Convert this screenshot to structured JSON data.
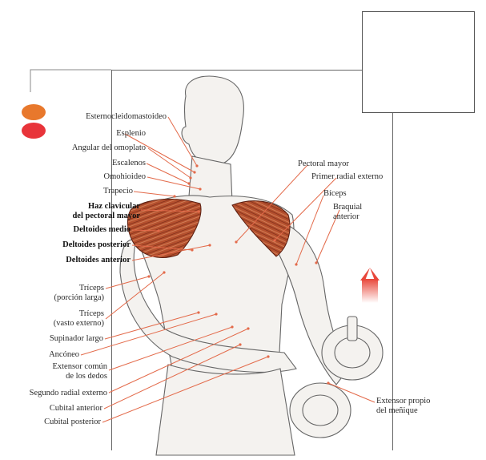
{
  "colors": {
    "legend_primary": "#e8782c",
    "legend_secondary": "#e8343a",
    "muscle_highlight": "#b5502e",
    "leader_line": "#e36a4a",
    "arrow": "#e8463a"
  },
  "legend": [
    {
      "name": "legend-orange-dot",
      "color": "#e8782c"
    },
    {
      "name": "legend-red-dot",
      "color": "#e8343a"
    }
  ],
  "labels_left": [
    {
      "id": "esternocleidomastoideo",
      "text": "Esternocleidomastoideo",
      "bold": false
    },
    {
      "id": "esplenio",
      "text": "Esplenio",
      "bold": false
    },
    {
      "id": "angular",
      "text": "Angular del omoplato",
      "bold": false
    },
    {
      "id": "escalenos",
      "text": "Escalenos",
      "bold": false
    },
    {
      "id": "omohioideo",
      "text": "Omohioideo",
      "bold": false
    },
    {
      "id": "trapecio",
      "text": "Trapecio",
      "bold": false
    },
    {
      "id": "haz-clavicular",
      "text": "Haz clavicular",
      "text2": "del pectoral mayor",
      "bold": true
    },
    {
      "id": "deltoides-medio",
      "text": "Deltoides medio",
      "bold": true
    },
    {
      "id": "deltoides-posterior",
      "text": "Deltoides posterior",
      "bold": true
    },
    {
      "id": "deltoides-anterior",
      "text": "Deltoides anterior",
      "bold": true
    },
    {
      "id": "triceps-larga",
      "text": "Tríceps",
      "text2": "(porción larga)",
      "bold": false
    },
    {
      "id": "triceps-vasto",
      "text": "Tríceps",
      "text2": "(vasto externo)",
      "bold": false
    },
    {
      "id": "supinador",
      "text": "Supinador largo",
      "bold": false
    },
    {
      "id": "anconeo",
      "text": "Ancóneo",
      "bold": false
    },
    {
      "id": "extensor-comun",
      "text": "Extensor común",
      "text2": "de los dedos",
      "bold": false
    },
    {
      "id": "segundo-radial",
      "text": "Segundo radial externo",
      "bold": false
    },
    {
      "id": "cubital-anterior",
      "text": "Cubital anterior",
      "bold": false
    },
    {
      "id": "cubital-posterior",
      "text": "Cubital posterior",
      "bold": false
    }
  ],
  "labels_right": [
    {
      "id": "pectoral-mayor",
      "text": "Pectoral mayor"
    },
    {
      "id": "primer-radial",
      "text": "Primer radial externo"
    },
    {
      "id": "biceps",
      "text": "Bíceps"
    },
    {
      "id": "braquial",
      "text": "Braquial",
      "text2": "anterior"
    },
    {
      "id": "extensor-propio",
      "text": "Extensor propio",
      "text2": "del meñique"
    }
  ]
}
